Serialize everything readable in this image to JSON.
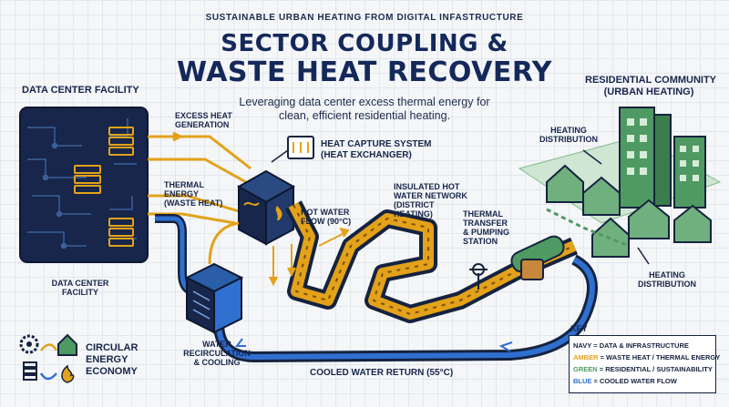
{
  "header": {
    "supertitle": "SUSTAINABLE URBAN HEATING FROM DIGITAL INFASTRUCTURE",
    "title_line1": "SECTOR COUPLING &",
    "title_line2": "WASTE HEAT RECOVERY",
    "subtitle": "Leveraging data center excess thermal energy for clean, efficient residential heating."
  },
  "labels": {
    "data_center_top": "DATA CENTER FACILITY",
    "data_center_bottom_1": "DATA CENTER",
    "data_center_bottom_2": "FACILITY",
    "excess_heat_1": "EXCESS HEAT",
    "excess_heat_2": "GENERATION",
    "thermal_1": "THERMAL",
    "thermal_2": "ENERGY",
    "thermal_3": "(WASTE HEAT)",
    "heat_capture_1": "HEAT CAPTURE SYSTEM",
    "heat_capture_2": "(HEAT EXCHANGER)",
    "hot_water_1": "HOT WATER",
    "hot_water_2": "FLOW (90°C)",
    "insulated_1": "INSULATED HOT",
    "insulated_2": "WATER NETWORK",
    "insulated_3": "(DISTRICT",
    "insulated_4": "HEATING)",
    "transfer_1": "THERMAL",
    "transfer_2": "TRANSFER",
    "transfer_3": "& PUMPING",
    "transfer_4": "STATION",
    "residential_1": "RESIDENTIAL COMMUNITY",
    "residential_2": "(URBAN HEATING)",
    "heating_dist_top_1": "HEATING",
    "heating_dist_top_2": "DISTRIBUTION",
    "heating_dist_bot_1": "HEATING",
    "heating_dist_bot_2": "DISTRIBUTION",
    "water_recirc_1": "WATER",
    "water_recirc_2": "RECIRCULATION",
    "water_recirc_3": "& COOLING",
    "cooled_return": "COOLED WATER RETURN (55°C)",
    "circular_1": "CIRCULAR",
    "circular_2": "ENERGY",
    "circular_3": "ECONOMY"
  },
  "key": {
    "title": "KEY",
    "rows": [
      {
        "color_word": "NAVY",
        "text": " = DATA & INFRASTRUCTURE",
        "color": "#15233f"
      },
      {
        "color_word": "AMBER",
        "text": " = WASTE HEAT / THERMAL ENERGY",
        "color": "#e3a21a"
      },
      {
        "color_word": "GREEN",
        "text": " = RESIDENTIAL / SUSTAINABILITY",
        "color": "#4f9a62"
      },
      {
        "color_word": "BLUE",
        "text": " = COOLED WATER FLOW",
        "color": "#2f6fd0"
      }
    ]
  },
  "colors": {
    "navy": "#15233f",
    "amber": "#e3a21a",
    "green": "#4f9a62",
    "blue": "#2f6fd0"
  },
  "icons": [
    "server-icon",
    "flame-icon",
    "gear-icon",
    "house-icon",
    "recycle-arrows-icon",
    "valve-icon",
    "heat-exchanger-icon"
  ]
}
